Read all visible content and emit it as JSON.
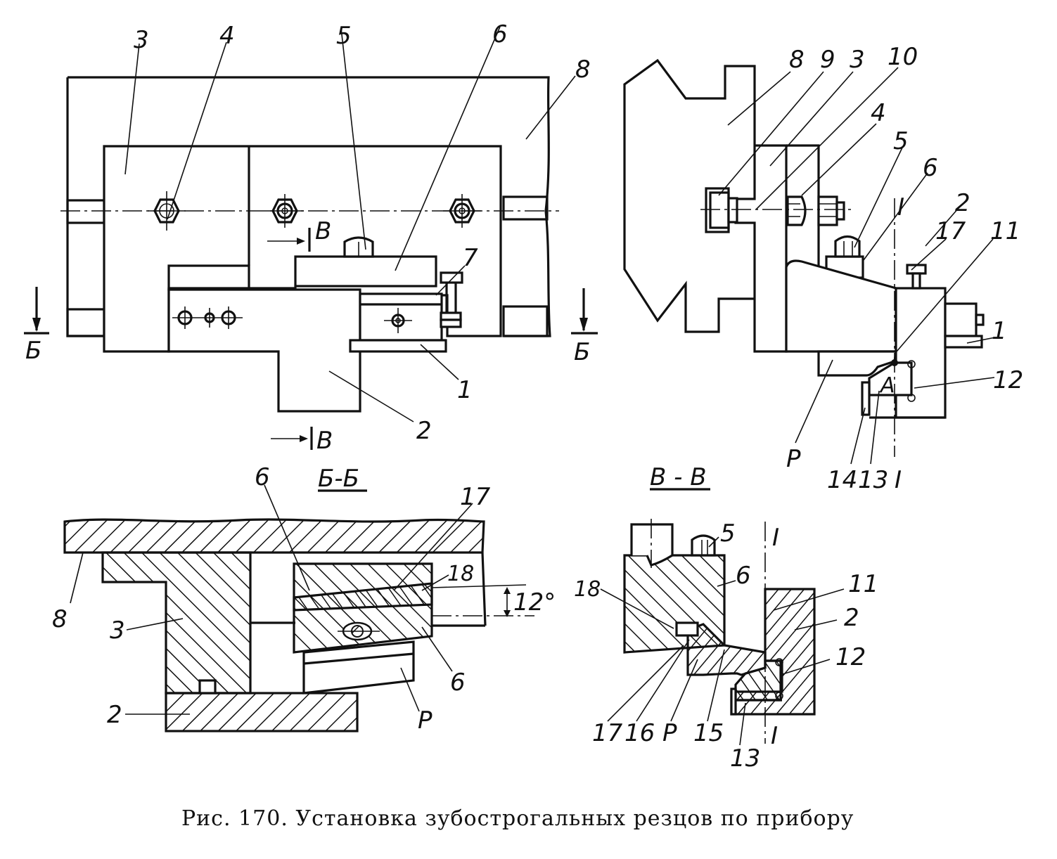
{
  "figure": {
    "caption": "Рис. 170. Установка зубострогальных резцов по прибору",
    "number": "170"
  },
  "views": {
    "front": {
      "labels": {
        "p1": "1",
        "p2": "2",
        "p3": "3",
        "p4": "4",
        "p5": "5",
        "p6": "6",
        "p7": "7",
        "p8": "8"
      },
      "section_marks": {
        "b_left": "Б",
        "b_right": "Б",
        "v_top": "В",
        "v_bottom": "В"
      }
    },
    "side": {
      "title": "В-В",
      "labels": {
        "p8": "8",
        "p9": "9",
        "p3": "3",
        "p10": "10",
        "p4": "4",
        "p5": "5",
        "p6": "6",
        "p17": "17",
        "p2": "2",
        "p11": "11",
        "p1": "1",
        "p12": "12",
        "pP": "Р",
        "p14": "14",
        "p13": "13",
        "pA": "А",
        "axis_top": "I",
        "axis_bottom": "I"
      }
    },
    "section_bb": {
      "title": "Б-Б",
      "labels": {
        "p6a": "6",
        "p17": "17",
        "p18": "18",
        "p8": "8",
        "p3": "3",
        "p6b": "6",
        "p2": "2",
        "pP": "Р"
      },
      "angle": "12°"
    },
    "section_vv": {
      "title": "В - В",
      "labels": {
        "p5": "5",
        "p6": "6",
        "p18": "18",
        "p11": "11",
        "p2": "2",
        "p12": "12",
        "p17": "17",
        "p16": "16",
        "pP": "Р",
        "p15": "15",
        "p13": "13",
        "axis_top": "I",
        "axis_bottom": "I"
      }
    }
  }
}
